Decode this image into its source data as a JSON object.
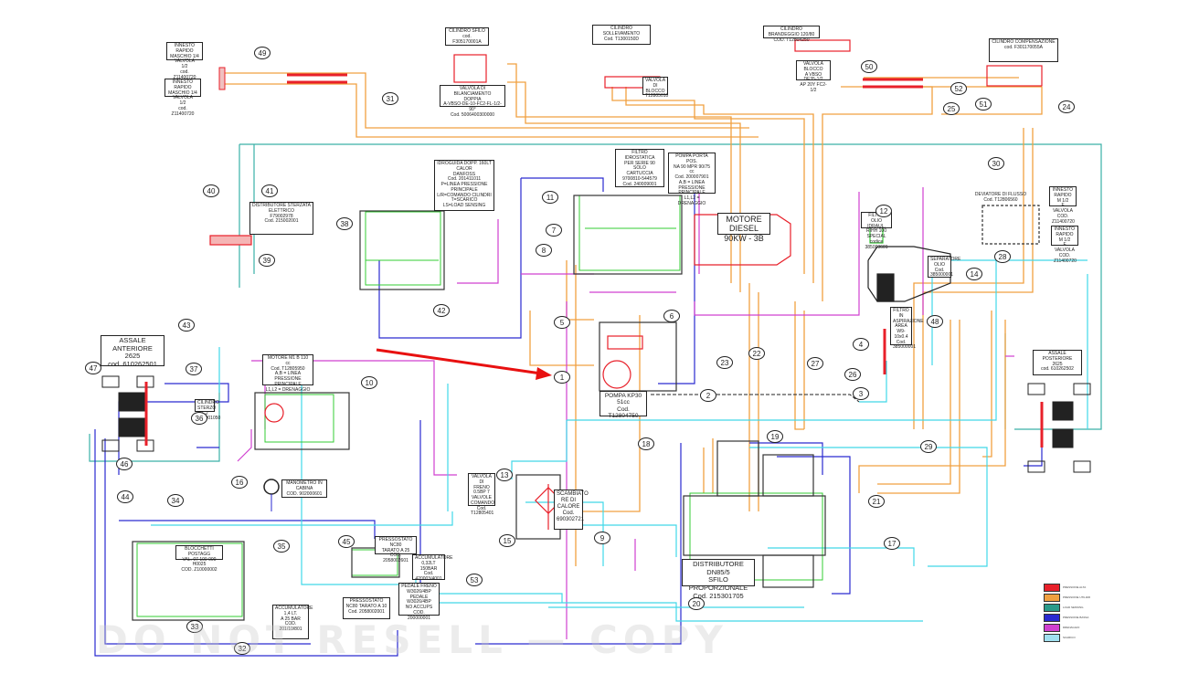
{
  "title": "Schema idraulico",
  "colors": {
    "pressure_red": "#e8202a",
    "orange_line": "#f0a040",
    "green_line": "#33cc33",
    "blue_line": "#2a2ad0",
    "magenta_line": "#d040d0",
    "cyan_line": "#40d0e0",
    "teal_line": "#2a9a8a",
    "annotation_arrow": "#e81010"
  },
  "components": {
    "innesto_rapido_1": "INNESTO RAPIDO\nMASCHIO 1/4 VALVOLA\n1/2\ncod. Z11400720",
    "innesto_rapido_2": "INNESTO RAPIDO\nMASCHIO 1/4 VALVOLA\n1/2\ncod. Z11400720",
    "cilindro_sfilo": "CILINDRO SFILO\ncod. F305170001A",
    "valvola_bilanciamento": "VALVOLA DI BILANCIAMENTO\nDOPPIA\nA-VBSO-DE-10-FC2-FL-1/2-90°\nCod. 5006400300000",
    "cilindro_sollevamento": "CILINDRO SOLLEVAMENTO\nCod. T1300150D",
    "valvola_blocco_1": "VALVOLA DI\nBLOCCO\nT12805010",
    "cilindro_brandeggio": "CILINDRO BRANDEGGIO 120/80\nCOD. T12804250",
    "valvola_blocco_2": "VALVOLA BLOCCO\nA VBSO DE35-1/2\nAP 20Y FC2-1/2",
    "cilindro_compensazione": "CILINDRO COMPENSAZIONE\ncod. F301170055A",
    "orbitrol": "IDROGUIDA DOPP. 160LT CALOR\nDANFOSS\nCod. 201411011\nP=LINEA PRESSIONE\nPRINCIPALE\nL/R=COMANDO CILINDRI\nT=SCARICO\nLS=LOAD SENSING",
    "filtro_idrostatica": "FILTRO IDROSTATICA\nPER SERIE 90 SOLO\nCARTUCCIA\n9700810-544579\nCod. 240009001",
    "pompa_porta": "POMPA PORTA POS.\nNA 90 MPR 90/75 cc\nCod. 200007901\nA,B = LINEA\nPRESSIONE PRINCIPALE\nL1,L2 = DRENAGGIO",
    "distributore_sterzata": "DISTRIBUTORE STERZATA\nELETTRICO\nF79002978\nCod. 215002001",
    "motore_diesel": "MOTORE DIESEL\n90KW - 3B",
    "filtro_olio": "FILTRO OLIO IDRAUL.\nRIHH 100 SPECIAL\ncodice 385003601",
    "separatore": "SEPARATORE\nOLIO Cod.\n385000001",
    "filtro_aspirazione": "FILTRO IN\nASPIRAZIONE\nAREA\nW9-10x0.4\nCod.\n385000001",
    "deviatore": "DEVIATORE DI FLUSSO\nCod. T12806560",
    "innesto_rapido_3": "INNESTO RAPIDO\nM 1/2\nF VALVOLA\nCOD. Z11400720",
    "innesto_rapido_4": "INNESTO\nRAPIDO M 1/2\nF VALVOLA\nCOD. Z11400720",
    "assale_anteriore": "ASSALE ANTERIORE\n2625\ncod. 610262501",
    "assale_posteriore": "ASSALE POSTERIORE\n2625\ncod. 610262502",
    "motore_m1": "MOTORE M1  B 110 cc\nCod. T12805950\nA,B = LINEA PRESSIONE\nPRINCIPALE\nL1,L2 = DRENAGGIO",
    "pompa_kp30": "POMPA KP30\n51cc\nCod. T12804750",
    "cilindro_sterzo": "CILINDRO\nSTERZO 1-2\nZ08001050",
    "manometro": "MANOMETRO IN\nCABINA\nCOD. 902000601",
    "blocchetti": "BLOCCHETTI POSTAGG\nVAL. 07 100 000 H0025\nCOD. Z10000002",
    "accumulatore_1": "ACCUMULATORE\n1,4 LT.\nA 25 BAR\nCOD.\n201/10/801",
    "pressostato_1": "PRESSOSTATO NC80\nTARATO A 25\nCOD. 2058002601",
    "accumulatore_2": "ACCUMULATORE\n0,32LT 150BAR\nCod.\n420003/4001",
    "pedale_freno": "PEDALE FRENO\nW3026/4BP\nPEDALE W3026/4BP\nNO ACCUPS COD.\n200000001",
    "pressostato_2": "PRESSOSTATO\nNC80 TARATO A 10\nCod. 2058002001",
    "valvola_freno": "VALVOLA DI\nFRENO\n0.5BP 7\nVALVOLE\nCOMANDO\nCod. T12805401",
    "scambiatore": "SCAMBIATO\nRE DI\nCALORE\nCod.\n690302721",
    "distributore_dn85": "DISTRIBUTORE DN85/5\nSFILO PROPORZIONALE\nCod. 215301705"
  },
  "line_numbers": {
    "n1": "1",
    "n2": "2",
    "n3": "3",
    "n4": "4",
    "n5": "5",
    "n6": "6",
    "n7": "7",
    "n8": "8",
    "n9": "9",
    "n10": "10",
    "n11": "11",
    "n12": "12",
    "n13": "13",
    "n14": "14",
    "n15": "15",
    "n16": "16",
    "n17": "17",
    "n18": "18",
    "n19": "19",
    "n20": "20",
    "n21": "21",
    "n22": "22",
    "n23": "23",
    "n24": "24",
    "n25": "25",
    "n26": "26",
    "n27": "27",
    "n28": "28",
    "n29": "29",
    "n30": "30",
    "n31": "31",
    "n32": "32",
    "n33": "33",
    "n34": "34",
    "n35": "35",
    "n36": "36",
    "n37": "37",
    "n38": "38",
    "n39": "39",
    "n40": "40",
    "n41": "41",
    "n42": "42",
    "n43": "43",
    "n44": "44",
    "n45": "45",
    "n46": "46",
    "n47": "47",
    "n48": "48",
    "n49": "49",
    "n50": "50",
    "n51": "51",
    "n52": "52",
    "n53": "53"
  },
  "legend": [
    {
      "color": "#e8202a",
      "text": "PRESSIONE ALTA"
    },
    {
      "color": "#f0a040",
      "text": "PRESSIONE UTILIZZI"
    },
    {
      "color": "#2a9a8a",
      "text": "LOAD SENSING"
    },
    {
      "color": "#2a2ad0",
      "text": "PRESSIONE BASSA"
    },
    {
      "color": "#d040d0",
      "text": "DRENAGGIO"
    },
    {
      "color": "#a0e0f0",
      "text": "SCARICO"
    }
  ],
  "watermark": "DO NOT RESELL — COPY"
}
